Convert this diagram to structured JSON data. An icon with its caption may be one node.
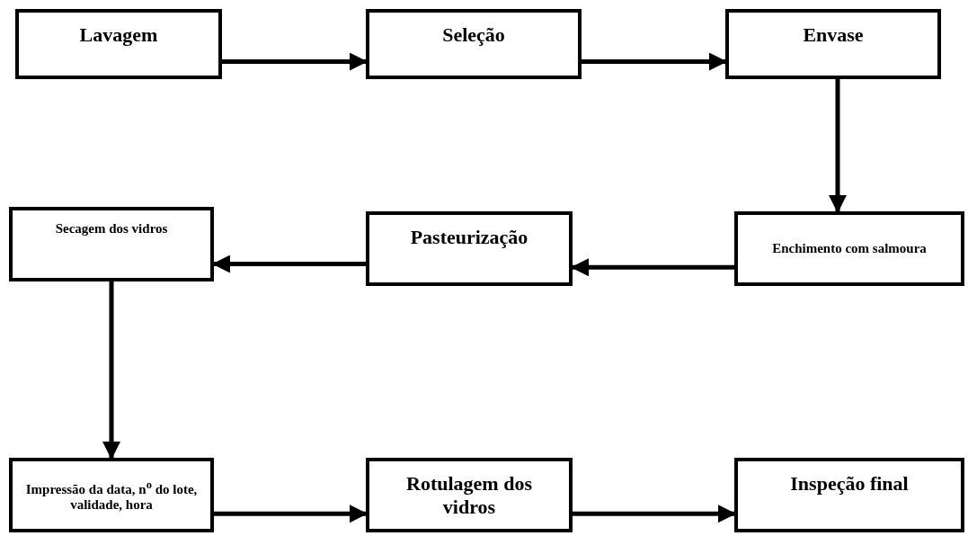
{
  "diagram": {
    "nodes": [
      {
        "text": [
          "Lavagem"
        ]
      },
      {
        "text": [
          "Seleção"
        ]
      },
      {
        "text": [
          "Envase"
        ]
      },
      {
        "text": [
          "Enchimento com salmoura"
        ]
      },
      {
        "text": [
          "Pasteurização"
        ]
      },
      {
        "text": [
          "Secagem dos vidros"
        ]
      },
      {
        "text": [
          "Impressão da data, n$^{o}$ do lote, validade, hora"
        ]
      },
      {
        "text": [
          "Rotulagem dos vidros"
        ]
      },
      {
        "text": [
          "Inspeção final"
        ]
      }
    ],
    "edges": [
      {
        "from": 0,
        "to": 1,
        "arrow": "to"
      },
      {
        "from": 1,
        "to": 2,
        "arrow": "to"
      },
      {
        "from": 2,
        "to": 3,
        "arrow": "to"
      },
      {
        "from": 3,
        "to": 4,
        "arrow": "to"
      },
      {
        "from": 4,
        "to": 5,
        "arrow": "to"
      },
      {
        "from": 5,
        "to": 6,
        "arrow": "to"
      },
      {
        "from": 6,
        "to": 7,
        "arrow": "to"
      },
      {
        "from": 7,
        "to": 8,
        "arrow": "to"
      }
    ]
  }
}
